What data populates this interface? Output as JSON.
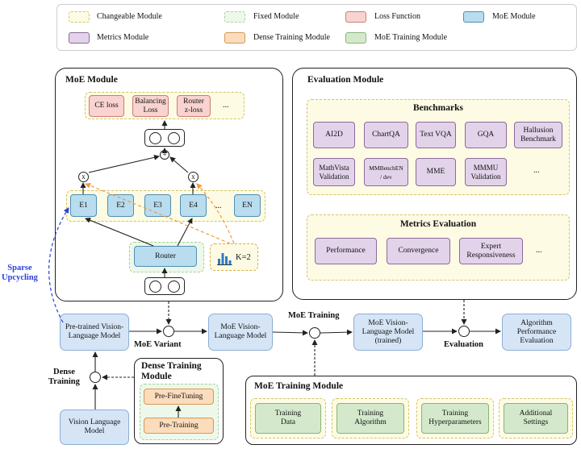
{
  "legend": {
    "items": [
      {
        "label": "Changeable Module",
        "key": "changeable"
      },
      {
        "label": "Fixed Module",
        "key": "fixed"
      },
      {
        "label": "Loss Function",
        "key": "loss"
      },
      {
        "label": "MoE Module",
        "key": "moe"
      },
      {
        "label": "Metrics Module",
        "key": "metrics"
      },
      {
        "label": "Dense Training Module",
        "key": "dense"
      },
      {
        "label": "MoE Training Module",
        "key": "moetrain"
      }
    ]
  },
  "moe_module": {
    "title": "MoE Module",
    "losses": [
      "CE loss",
      "Balancing\nLoss",
      "Router\nz-loss",
      "..."
    ],
    "sum_symbol": "+",
    "mult_symbol": "x",
    "experts": [
      "E1",
      "E2",
      "E3",
      "E4",
      "...",
      "EN"
    ],
    "router": "Router",
    "topk": "K=2"
  },
  "evaluation_module": {
    "title": "Evaluation Module",
    "benchmarks_title": "Benchmarks",
    "benchmarks_row1": [
      "AI2D",
      "ChartQA",
      "Text VQA",
      "GQA",
      "Hallusion\nBenchmark"
    ],
    "benchmarks_row2": [
      "MathVista\nValidation",
      "MMBenchEN\n/ dev",
      "MME",
      "MMMU\nValidation",
      "..."
    ],
    "metrics_title": "Metrics Evaluation",
    "metrics": [
      "Performance",
      "Convergence",
      "Expert\nResponsiveness",
      "..."
    ]
  },
  "pipeline": {
    "pretrained": "Pre-trained Vision-\nLanguage Model",
    "moe_vlm": "MoE Vision-\nLanguage Model",
    "moe_vlm_trained": "MoE Vision-\nLanguage Model\n(trained)",
    "algo_eval": "Algorithm\nPerformance\nEvaluation",
    "vlm": "Vision Language\nModel",
    "moe_variant": "MoE Variant",
    "moe_training": "MoE Training",
    "evaluation": "Evaluation",
    "dense_training": "Dense\nTraining",
    "sparse_upcycling": "Sparse\nUpcycling"
  },
  "dense_module": {
    "title": "Dense Training\nModule",
    "items": [
      "Pre-FineTuning",
      "Pre-Training"
    ]
  },
  "moe_training_module": {
    "title": "MoE Training Module",
    "items": [
      "Training\nData",
      "Training\nAlgorithm",
      "Training\nHyperparameters",
      "Additional\nSettings",
      "..."
    ]
  },
  "colors": {
    "changeable": "#fdfbe4",
    "fixed": "#eef8ea",
    "loss": "#f8d3d0",
    "moe": "#b9dcef",
    "metrics": "#e2d3ea",
    "dense": "#fbdcbc",
    "moetrain": "#d4e9cc",
    "sparse_arrow": "#2b3fe0",
    "topk_arrow": "#f09a3c"
  }
}
